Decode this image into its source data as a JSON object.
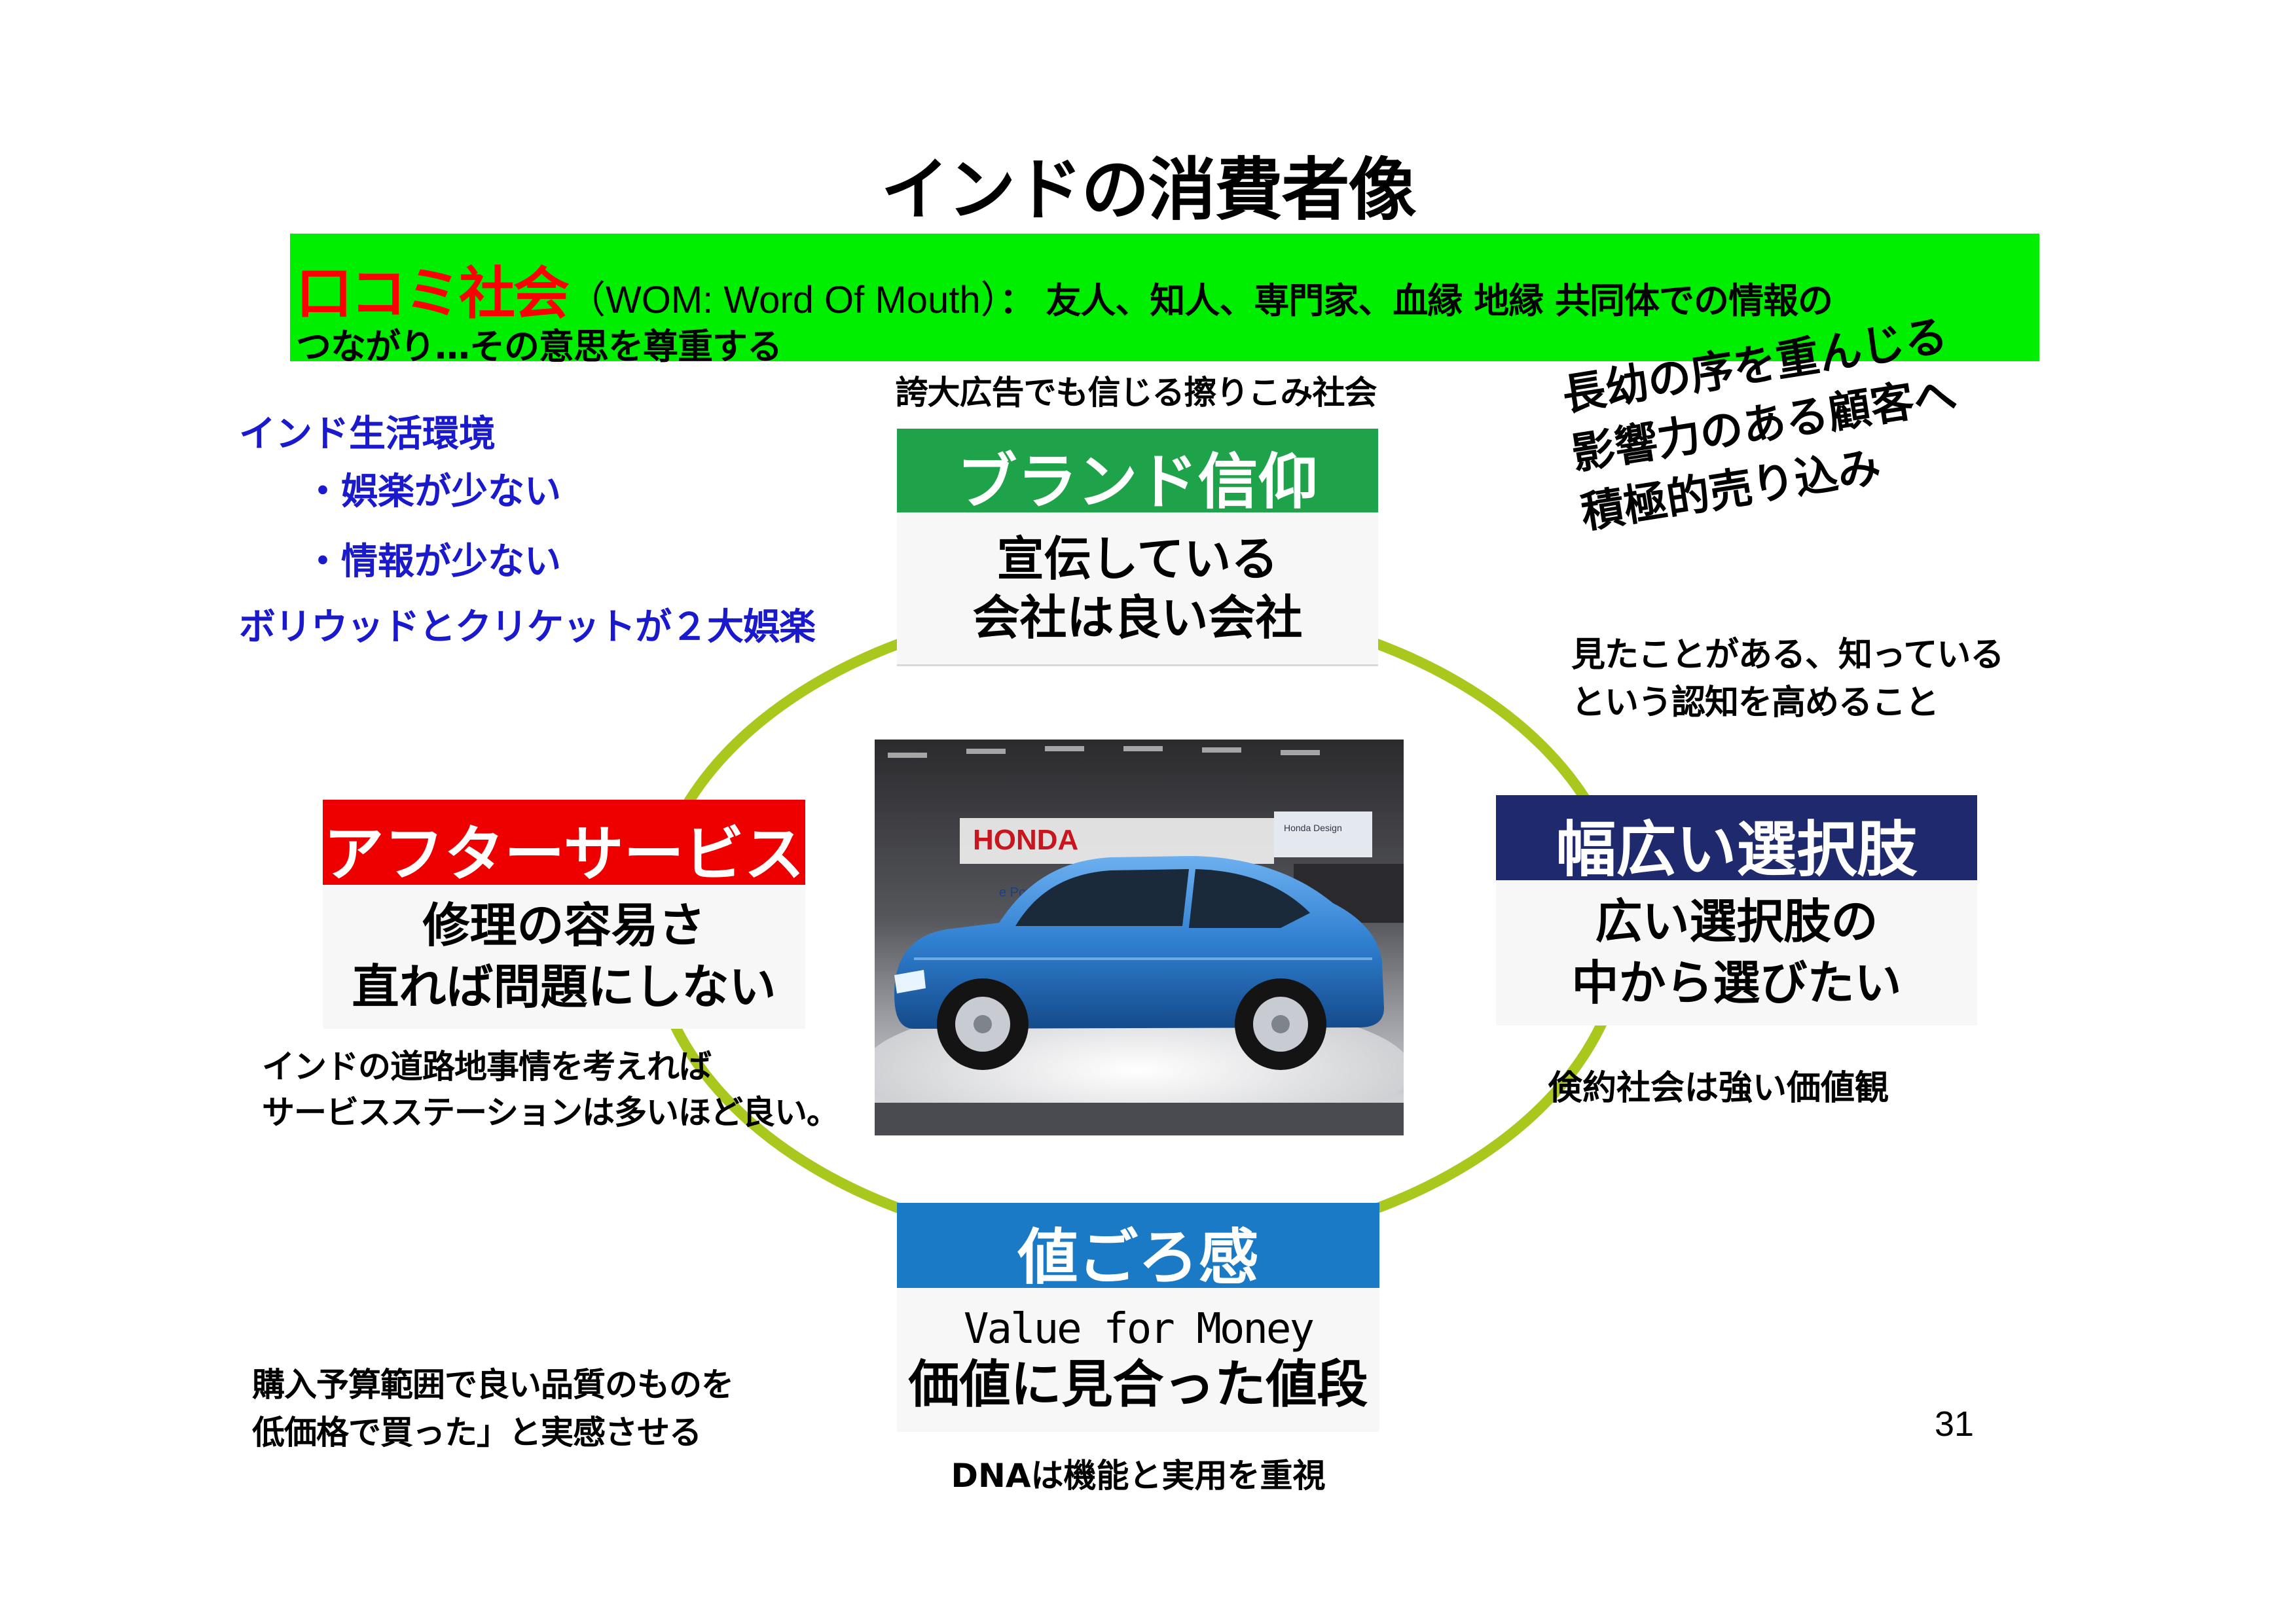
{
  "title": "インドの消費者像",
  "wom": {
    "term": "口コミ社会",
    "abbr": "（WOM: Word Of Mouth）",
    "line1_rest": "： 友人、知人、専門家、血縁 地縁 共同体での情報の",
    "line2": "つながり…その意思を尊重する"
  },
  "brand_note": "誇大広告でも信じる擦りこみ社会",
  "environment": {
    "heading": "インド生活環境",
    "items": [
      "・娯楽が少ない",
      "・情報が少ない"
    ],
    "summary": "ボリウッドとクリケットが２大娯楽"
  },
  "elder": {
    "lines": [
      "長幼の序を重んじる",
      "影響力のある顧客へ",
      "積極的売り込み"
    ]
  },
  "recognition": {
    "lines": [
      "見たことがある、知っている",
      "という認知を高めること"
    ]
  },
  "boxes": {
    "brand": {
      "head": "ブランド信仰",
      "body": [
        "宣伝している",
        "会社は良い会社"
      ]
    },
    "after": {
      "head": "アフターサービス",
      "body": [
        "修理の容易さ",
        "直れば問題にしない"
      ]
    },
    "choice": {
      "head": "幅広い選択肢",
      "body": [
        "広い選択肢の",
        "中から選びたい"
      ]
    },
    "value": {
      "head": "値ごろ感",
      "body_en": "Value for Money",
      "body_jp": "価値に見合った値段"
    }
  },
  "road_note": {
    "lines": [
      "インドの道路地事情を考えれば",
      "サービスステーションは多いほど良い。"
    ]
  },
  "thrift_note": "倹約社会は強い価値観",
  "budget_note": {
    "lines": [
      "購入予算範囲で良い品質のものを",
      "低価格で買った」と実感させる"
    ]
  },
  "dna_note": "DNAは機能と実用を重視",
  "page_number": "31",
  "photo_signage": {
    "brand": "HONDA",
    "slogan": "e Power of Dreams",
    "design": "Honda Design"
  },
  "colors": {
    "wom_banner": "#00ee00",
    "wom_term": "#ff0000",
    "brand_head": "#1ea24a",
    "after_head": "#ee0000",
    "choice_head": "#1f2a6e",
    "value_head": "#1a7ac6",
    "ring": "#a8c81e",
    "environment_text": "#1a1acc",
    "car_body": "#2f7fd0"
  },
  "icons": {
    "ring": "circle-connector",
    "photo": "car-photo"
  }
}
